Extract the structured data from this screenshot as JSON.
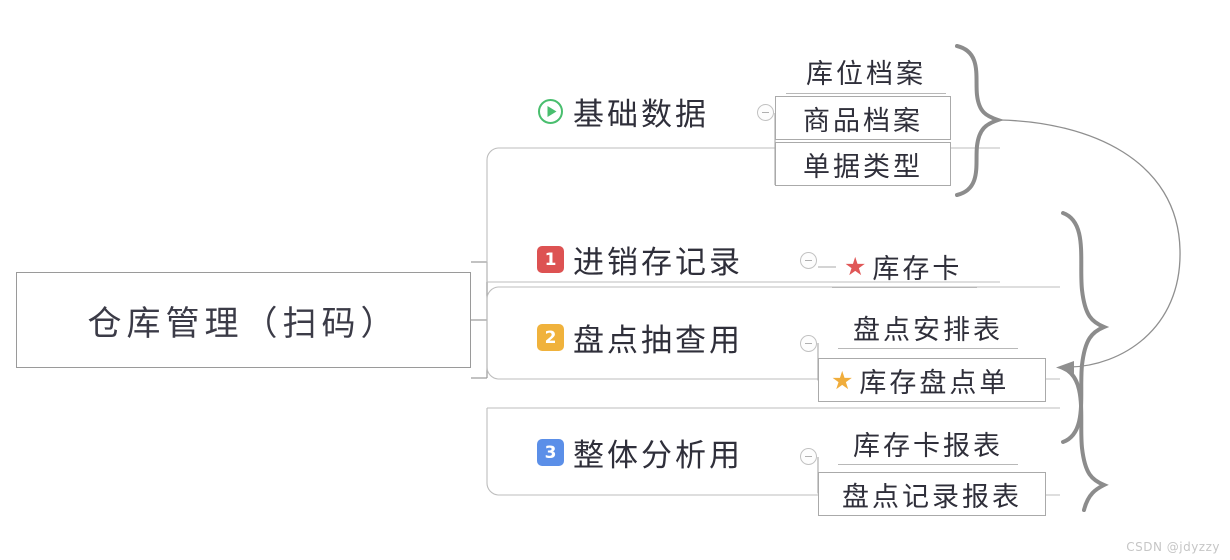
{
  "diagram": {
    "type": "mind-map",
    "root": {
      "label": "仓库管理（扫码）"
    },
    "branches": [
      {
        "id": "basic-data",
        "label": "基础数据",
        "icon": "play-circle-icon",
        "icon_color": "#49be6e",
        "badge": null,
        "toggle": "collapse-minus-icon",
        "children": [
          {
            "label": "库位档案",
            "style": "underline",
            "star": null
          },
          {
            "label": "商品档案",
            "style": "boxed",
            "star": null
          },
          {
            "label": "单据类型",
            "style": "boxed",
            "star": null
          }
        ]
      },
      {
        "id": "inventory-record",
        "label": "进销存记录",
        "icon": null,
        "badge": "1",
        "badge_color": "#dd5252",
        "toggle": "collapse-minus-icon",
        "children": [
          {
            "label": "库存卡",
            "style": "underline",
            "star": "star-icon",
            "star_color": "#e05757"
          }
        ]
      },
      {
        "id": "stocktake-check",
        "label": "盘点抽查用",
        "icon": null,
        "badge": "2",
        "badge_color": "#f0b23c",
        "toggle": "collapse-minus-icon",
        "children": [
          {
            "label": "盘点安排表",
            "style": "underline",
            "star": null
          },
          {
            "label": "库存盘点单",
            "style": "boxed",
            "star": "star-icon",
            "star_color": "#f0ad3c"
          }
        ]
      },
      {
        "id": "overall-analysis",
        "label": "整体分析用",
        "icon": null,
        "badge": "3",
        "badge_color": "#5b8fe8",
        "toggle": "collapse-minus-icon",
        "children": [
          {
            "label": "库存卡报表",
            "style": "underline",
            "star": null
          },
          {
            "label": "盘点记录报表",
            "style": "boxed",
            "star": null
          }
        ]
      }
    ],
    "annotations": {
      "brace_top": "}",
      "brace_bottom": "}",
      "arrow": "curved-arrow-pointing-left"
    }
  },
  "watermark": {
    "text": "CSDN @jdyzzy"
  }
}
